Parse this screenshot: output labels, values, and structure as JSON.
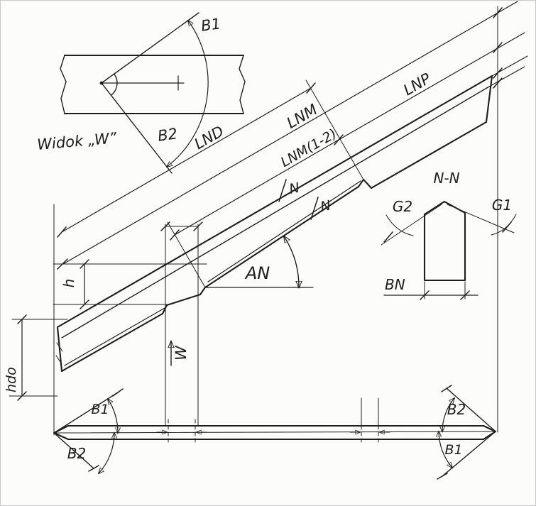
{
  "colors": {
    "ink": "#1e1e1e",
    "background": "#fcfcfa"
  },
  "detail_view": {
    "caption": "Widok „W”",
    "angle_top": "B1",
    "angle_bottom": "B2"
  },
  "elevation": {
    "dim_lnd": "LND",
    "dim_lnm": "LNM",
    "dim_lnm_1_2": "LNM(1-2)",
    "dim_lnp": "LNP",
    "slope_mark_top": "N",
    "slope_mark_mid": "N",
    "angle_an": "AN",
    "dim_h": "h",
    "dim_hdo": "hdo",
    "view_arrow": "W"
  },
  "section": {
    "title": "N-N",
    "angle_g1": "G1",
    "angle_g2": "G2",
    "dim_bn": "BN"
  },
  "plan": {
    "left_angle_top": "B1",
    "left_angle_bottom": "B2",
    "right_angle_top": "B2",
    "right_angle_bottom": "B1"
  }
}
